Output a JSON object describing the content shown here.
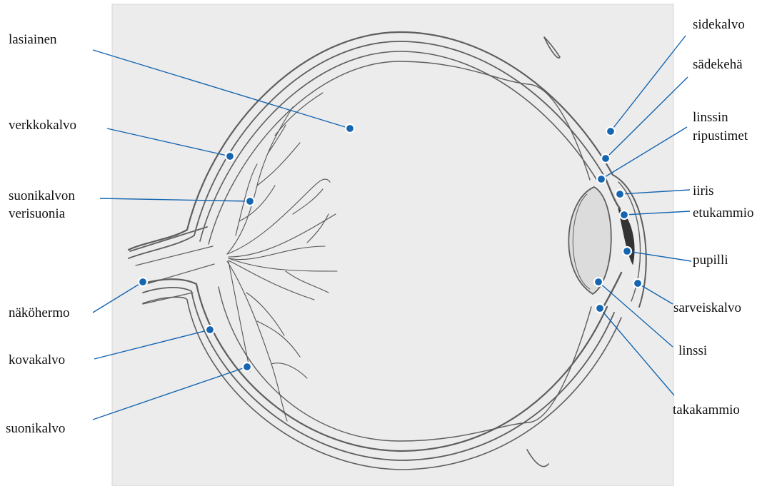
{
  "colors": {
    "leader_line": "#1565b0",
    "dot_fill": "#1565b0",
    "dot_ring": "#ffffff",
    "paper": "#ebebeb",
    "pencil": "#5a5a5a"
  },
  "labels": {
    "lasiainen": "lasiainen",
    "verkkokalvo": "verkkokalvo",
    "suonikalvon_1": "suonikalvon",
    "suonikalvon_2": "verisuonia",
    "nakohermo": "näköhermo",
    "kovakalvo": "kovakalvo",
    "suonikalvo": "suonikalvo",
    "sidekalvo": "sidekalvo",
    "sadekeha": "sädekehä",
    "linssin_1": "linssin",
    "linssin_2": "ripustimet",
    "iiris": "iiris",
    "etukammio": "etukammio",
    "pupilli": "pupilli",
    "sarveiskalvo": "sarveiskalvo",
    "linssi": "linssi",
    "takakammio": "takakammio"
  }
}
